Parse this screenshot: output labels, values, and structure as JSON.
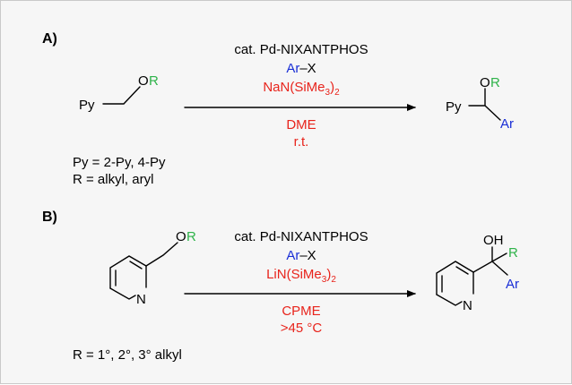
{
  "colors": {
    "black": "#000000",
    "red": "#e8241c",
    "blue": "#1a2fd6",
    "green": "#2fb34a"
  },
  "panel_a": {
    "label": "A)",
    "reactant": {
      "o": "O",
      "r": "R",
      "py": "Py"
    },
    "conditions_above": {
      "catalyst": "cat. Pd-NIXANTPHOS",
      "ar": "Ar",
      "dash_x": "–X",
      "base_pre": "NaN(SiMe",
      "base_sub": "3",
      "base_post": ")",
      "base_sub2": "2"
    },
    "conditions_below": {
      "solvent": "DME",
      "temp": "r.t."
    },
    "product": {
      "o": "O",
      "r": "R",
      "py": "Py",
      "ar": "Ar"
    },
    "notes": {
      "line1": "Py = 2-Py, 4-Py",
      "line2": "R = alkyl, aryl"
    }
  },
  "panel_b": {
    "label": "B)",
    "reactant": {
      "o": "O",
      "r": "R",
      "n": "N"
    },
    "conditions_above": {
      "catalyst": "cat. Pd-NIXANTPHOS",
      "ar": "Ar",
      "dash_x": "–X",
      "base_pre": "LiN(SiMe",
      "base_sub": "3",
      "base_post": ")",
      "base_sub2": "2"
    },
    "conditions_below": {
      "solvent": "CPME",
      "temp": ">45 °C"
    },
    "product": {
      "oh": "OH",
      "r": "R",
      "ar": "Ar",
      "n": "N"
    },
    "notes": {
      "line1": "R = 1°, 2°, 3° alkyl"
    }
  }
}
